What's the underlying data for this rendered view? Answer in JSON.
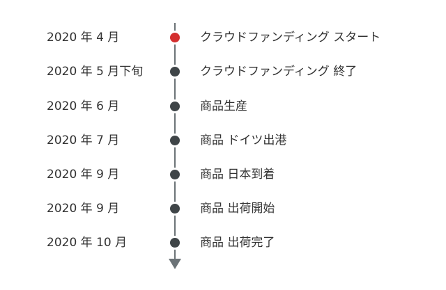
{
  "colors": {
    "highlight": "#d32f2f",
    "dot": "#3f4548",
    "line": "#6c7377"
  },
  "events": [
    {
      "date": "2020 年 4 月",
      "event": "クラウドファンディング スタート",
      "highlight": true
    },
    {
      "date": "2020 年 5 月下旬",
      "event": "クラウドファンディング 終了",
      "highlight": false
    },
    {
      "date": "2020 年 6 月",
      "event": "商品生産",
      "highlight": false
    },
    {
      "date": "2020 年 7 月",
      "event": "商品 ドイツ出港",
      "highlight": false
    },
    {
      "date": "2020 年 9 月",
      "event": "商品 日本到着",
      "highlight": false
    },
    {
      "date": "2020 年 9 月",
      "event": "商品 出荷開始",
      "highlight": false
    },
    {
      "date": "2020 年 10 月",
      "event": "商品 出荷完了",
      "highlight": false
    }
  ]
}
